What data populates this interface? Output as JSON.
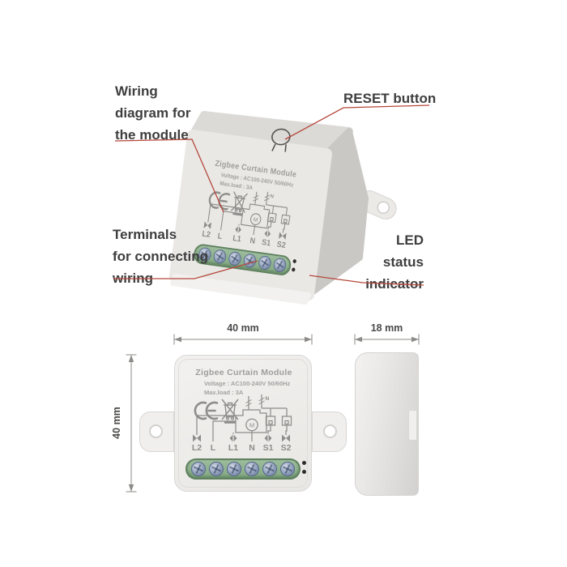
{
  "annotations": {
    "wiring": "Wiring\ndiagram for\nthe module",
    "reset": "RESET button",
    "terminals": "Terminals\nfor connecting\nwiring",
    "led": "LED\nstatus\nindicator"
  },
  "module": {
    "title": "Zigbee Curtain Module",
    "voltage": "Voltage : AC100-240V 50/60Hz",
    "max_load": "Max.load : 3A",
    "motor_label": "M",
    "schematic_n_label": "N",
    "terminals": [
      "L2",
      "L",
      "L1",
      "N",
      "S1",
      "S2"
    ],
    "icons": {
      "ce_mark": "ce-mark-icon",
      "weee": "weee-crossed-bin-icon",
      "reset": "reset-keyhole-icon",
      "led": "led-status-dots",
      "screw": "terminal-screw-icon"
    }
  },
  "dimensions": {
    "width": "40 mm",
    "height": "40 mm",
    "depth": "18 mm"
  },
  "colors": {
    "annotation_text": "#3e3e3e",
    "leader_line": "#b5483c",
    "device_print": "#8e8d8b",
    "terminal_green": "#8fb28f",
    "dimension_line": "#8c8b89",
    "dimension_text": "#4b4a48"
  }
}
